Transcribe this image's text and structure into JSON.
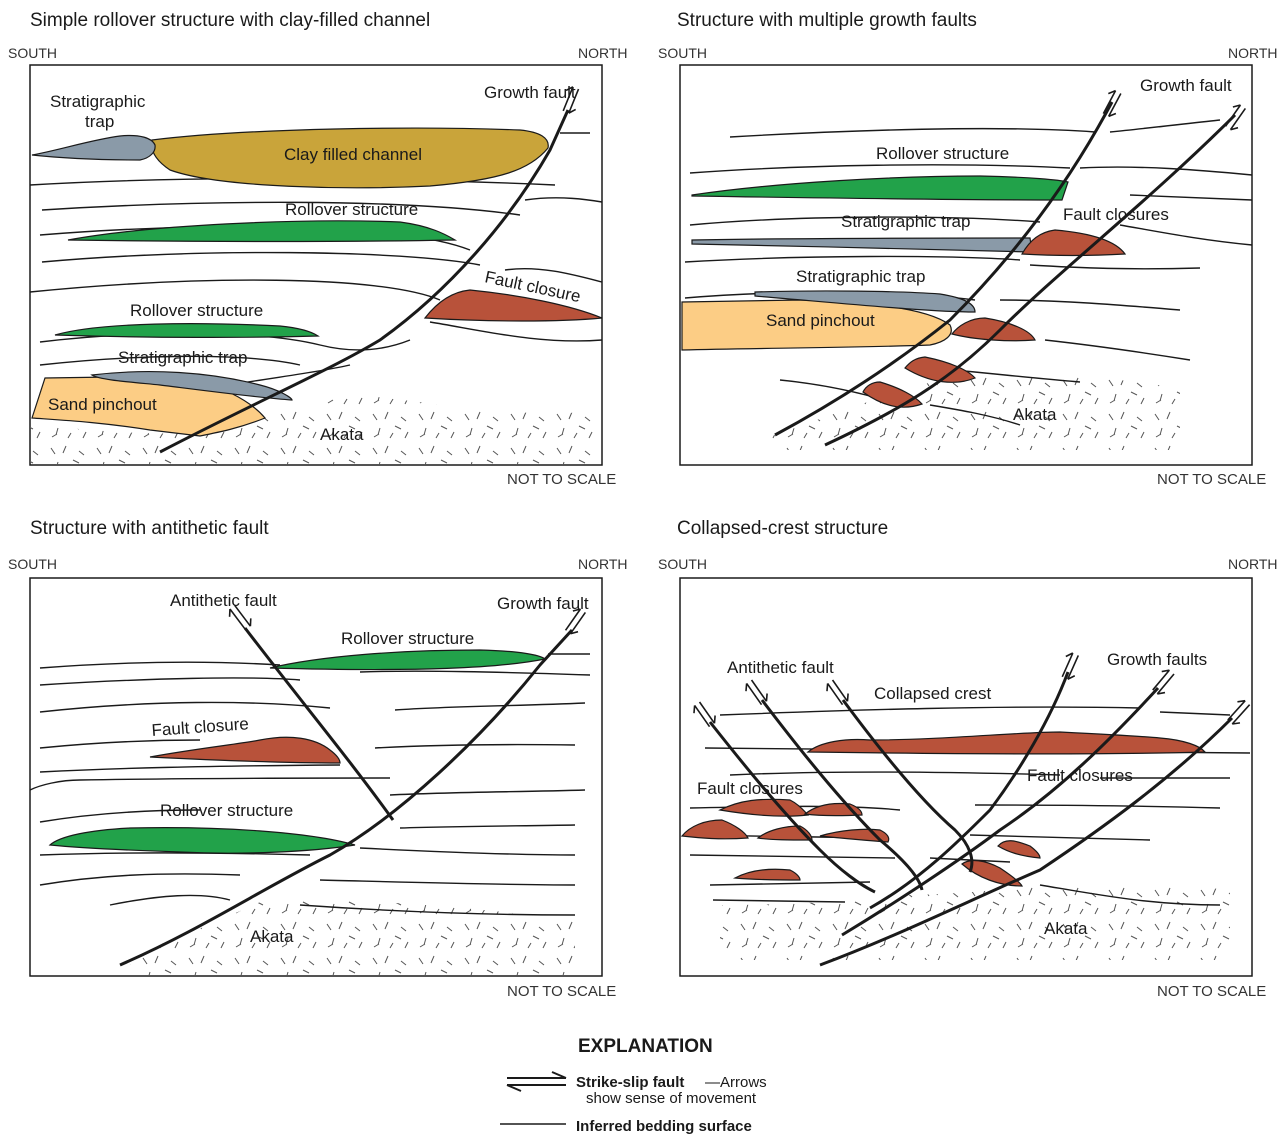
{
  "colors": {
    "stratigraphic_trap": "#8a9aa8",
    "clay_channel": "#c9a43a",
    "rollover": "#22a24a",
    "fault_closure": "#b8523a",
    "sand_pinchout": "#fccd85"
  },
  "orientation": {
    "south": "SOUTH",
    "north": "NORTH",
    "scale_note": "NOT TO SCALE"
  },
  "panels": [
    {
      "title": "Simple rollover structure with clay-filled channel",
      "labels": {
        "strat_trap_1": "Stratigraphic",
        "strat_trap_2": "trap",
        "growth_fault": "Growth fault",
        "clay_channel": "Clay filled channel",
        "rollover_1": "Rollover structure",
        "fault_closure": "Fault closure",
        "rollover_2": "Rollover structure",
        "strat_trap_lower": "Stratigraphic trap",
        "sand_pinchout": "Sand pinchout",
        "akata": "Akata"
      }
    },
    {
      "title": "Structure with multiple growth faults",
      "labels": {
        "growth_fault": "Growth fault",
        "rollover": "Rollover structure",
        "strat_trap_1": "Stratigraphic trap",
        "fault_closures": "Fault closures",
        "strat_trap_2": "Stratigraphic trap",
        "sand_pinchout": "Sand pinchout",
        "akata": "Akata"
      }
    },
    {
      "title": "Structure with antithetic fault",
      "labels": {
        "antithetic_fault": "Antithetic fault",
        "growth_fault": "Growth fault",
        "rollover_1": "Rollover structure",
        "fault_closure": "Fault closure",
        "rollover_2": "Rollover structure",
        "akata": "Akata"
      }
    },
    {
      "title": "Collapsed-crest structure",
      "labels": {
        "antithetic_fault": "Antithetic fault",
        "growth_faults": "Growth faults",
        "collapsed_crest": "Collapsed crest",
        "fault_closures_left": "Fault closures",
        "fault_closures_right": "Fault closures",
        "akata": "Akata"
      }
    }
  ],
  "explanation": {
    "title": "EXPLANATION",
    "fault_name": "Strike-slip fault",
    "fault_desc_1": "—Arrows",
    "fault_desc_2": "show sense of movement",
    "bedding": "Inferred bedding surface"
  }
}
